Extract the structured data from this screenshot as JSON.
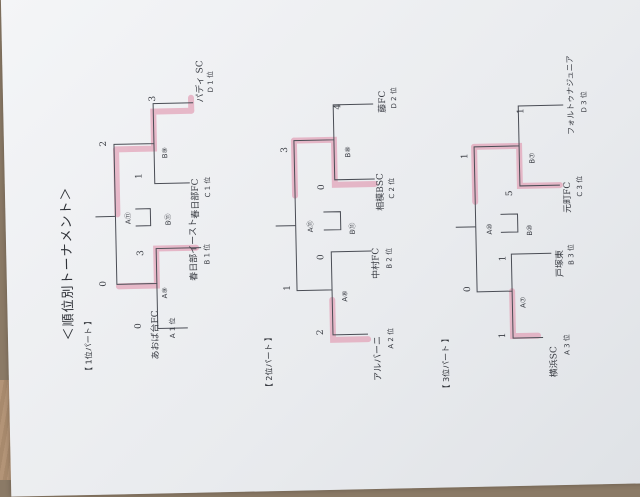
{
  "title": "＜順位別トーナメント＞",
  "sections": [
    {
      "label": "【 1位パート 】",
      "match_labels": [
        "A⑪",
        "B⑪",
        "A⑨",
        "B⑨"
      ],
      "round_numbers": [
        "3",
        "2",
        "1",
        "3",
        "0",
        "0"
      ],
      "teams": [
        {
          "name": "パディ SC",
          "lines": [
            "D",
            "1",
            "位"
          ]
        },
        {
          "name": "春日部FC",
          "lines": [
            "C",
            "1",
            "位"
          ]
        },
        {
          "name": "春日部イースト",
          "lines": [
            "B",
            "1",
            "位"
          ]
        },
        {
          "name": "あおば台FC",
          "lines": [
            "A",
            "1",
            "位"
          ]
        }
      ]
    },
    {
      "label": "【 2位パート 】",
      "match_labels": [
        "A⑪",
        "B⑪",
        "A⑧",
        "B⑧"
      ],
      "round_numbers": [
        "4",
        "3",
        "0",
        "0",
        "1",
        "2"
      ],
      "teams": [
        {
          "name": "藤FC",
          "lines": [
            "D",
            "2",
            "位"
          ]
        },
        {
          "name": "相模BSC",
          "lines": [
            "C",
            "2",
            "位"
          ]
        },
        {
          "name": "中村FC",
          "lines": [
            "B",
            "2",
            "位"
          ]
        },
        {
          "name": "アルバーニ",
          "lines": [
            "A",
            "2",
            "位"
          ]
        }
      ]
    },
    {
      "label": "【 3位パート 】",
      "match_labels": [
        "A⑩",
        "B⑩",
        "A⑦",
        "B⑦"
      ],
      "round_numbers": [
        "1",
        "1",
        "5",
        "1",
        "0",
        "1"
      ],
      "teams": [
        {
          "name": "フォルトゥナジュニア",
          "lines": [
            "D",
            "3",
            "位"
          ]
        },
        {
          "name": "元町FC",
          "lines": [
            "C",
            "3",
            "位"
          ]
        },
        {
          "name": "戸塚東",
          "lines": [
            "B",
            "3",
            "位"
          ]
        },
        {
          "name": "横浜SC",
          "lines": [
            "A",
            "3",
            "位"
          ]
        }
      ]
    }
  ]
}
